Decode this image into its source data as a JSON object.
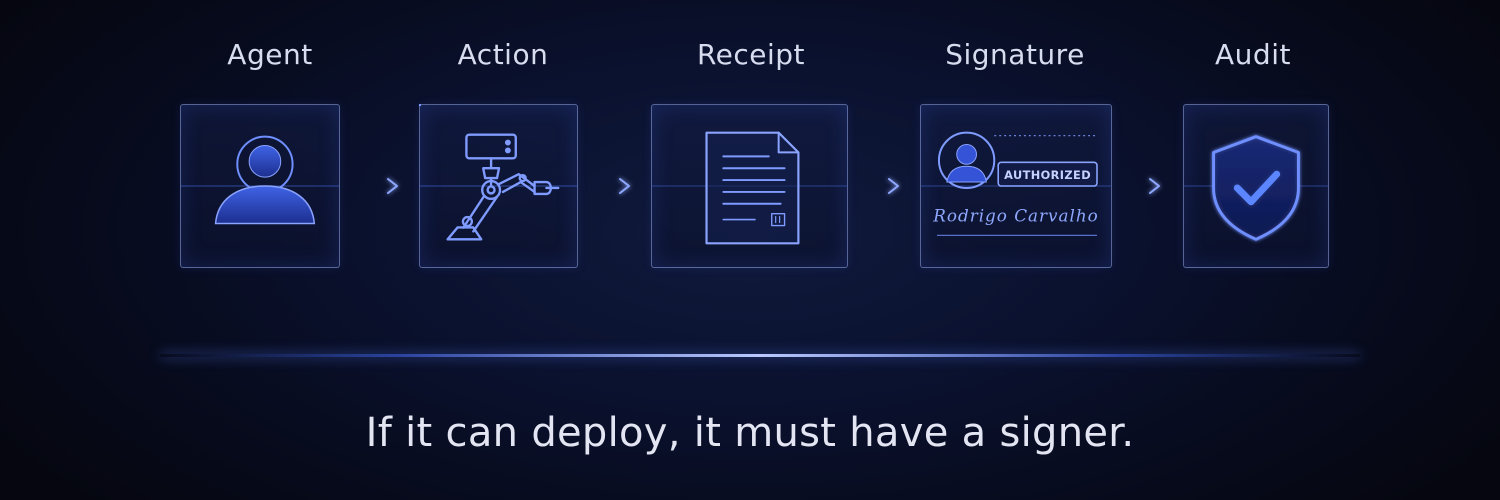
{
  "steps": [
    {
      "label": "Agent",
      "icon": "person-icon"
    },
    {
      "label": "Action",
      "icon": "robot-arm-icon"
    },
    {
      "label": "Receipt",
      "icon": "document-icon"
    },
    {
      "label": "Signature",
      "icon": "signature-card-icon"
    },
    {
      "label": "Audit",
      "icon": "shield-check-icon"
    }
  ],
  "signature_card": {
    "stamp": "AUTHORIZED",
    "signature": "Rodrigo Carvalho"
  },
  "tagline": "If it can deploy, it must have a signer.",
  "colors": {
    "background": "#0b1230",
    "accent": "#4f7bff",
    "glow": "#b9c9ff",
    "box_border": "#96aaeb",
    "text": "#d7dcef"
  }
}
